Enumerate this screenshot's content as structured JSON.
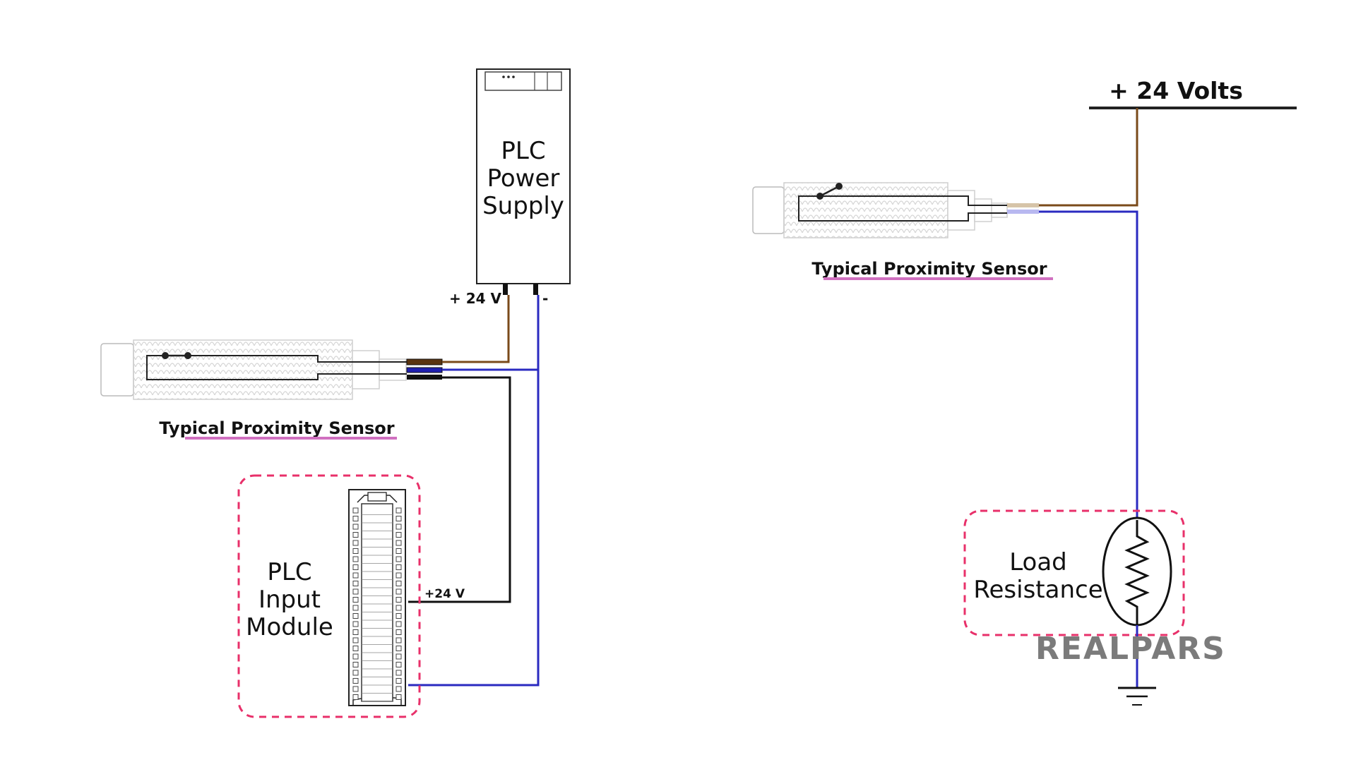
{
  "power_supply": {
    "title_lines": [
      "PLC",
      "Power",
      "Supply"
    ],
    "plus_terminal_label": "+ 24 V",
    "minus_terminal_label": "-"
  },
  "left_sensor": {
    "caption": "Typical Proximity Sensor"
  },
  "input_module": {
    "title_lines": [
      "PLC",
      "Input",
      "Module"
    ],
    "terminal_label": "+24 V"
  },
  "right_sensor": {
    "caption": "Typical Proximity Sensor"
  },
  "supply_rail": {
    "label": "+ 24 Volts"
  },
  "load": {
    "title_lines": [
      "Load",
      "Resistance"
    ]
  },
  "logo": {
    "text": "REALPARS"
  },
  "colors": {
    "brown_wire": "#7a4a1a",
    "blue_wire": "#2a2ac0",
    "black_wire": "#111111",
    "highlight_dash": "#e8306a",
    "caption_underline": "#d070c0",
    "logo_gray": "#7b7b7b"
  }
}
